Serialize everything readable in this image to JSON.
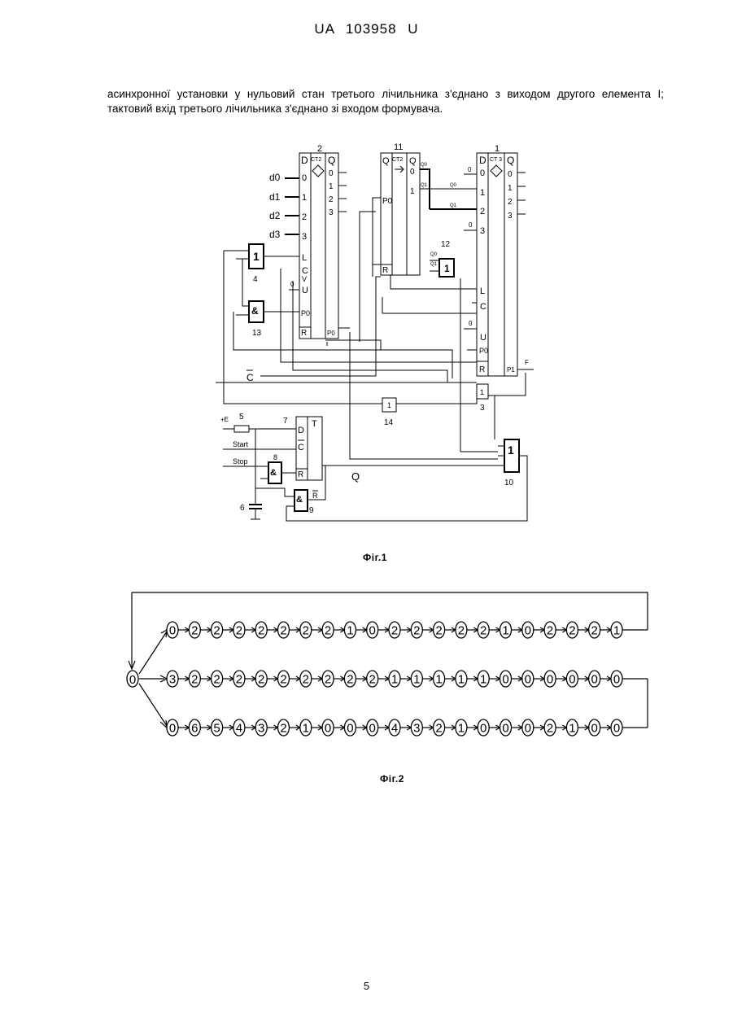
{
  "header": "UA 103958 U",
  "paragraph": "асинхронної установки у нульовий стан третього лічильника з'єднано з виходом другого елемента І; тактовий вхід третього лічильника з'єднано зі входом формувача.",
  "fig1": {
    "caption": "Фіг.1",
    "block2": {
      "number": "2",
      "ct": "CT2",
      "inputs": [
        "D",
        "0",
        "1",
        "2",
        "3",
        "L",
        "C",
        "V",
        "U",
        "P0",
        "R"
      ],
      "outputs": [
        "Q",
        "0",
        "1",
        "2",
        "3",
        "P0"
      ]
    },
    "block11": {
      "number": "11",
      "ct": "CT2",
      "inputs": [
        "Q",
        "P0",
        "R"
      ],
      "outputs": [
        "Q",
        "0",
        "1"
      ],
      "q_labels": [
        "Q0",
        "Q1"
      ]
    },
    "block1": {
      "number": "1",
      "ct": "CT 3",
      "inputs": [
        "D",
        "0",
        "1",
        "2",
        "3",
        "L",
        "C",
        "U",
        "P0",
        "R"
      ],
      "outputs": [
        "Q",
        "0",
        "1",
        "2",
        "3",
        "P1"
      ],
      "ext_labels": [
        "0",
        "Q0",
        "Q1",
        "0",
        "0"
      ]
    },
    "d_inputs": [
      "d0",
      "d1",
      "d2",
      "d3"
    ],
    "gate4": {
      "symbol": "1",
      "number": "4"
    },
    "gate13": {
      "symbol": "&",
      "number": "13"
    },
    "gate12": {
      "symbol": "1",
      "number": "12",
      "inputs": [
        "Q0",
        "Q1"
      ]
    },
    "gate3": {
      "symbol": "1",
      "number": "3"
    },
    "gate14": {
      "symbol": "1",
      "number": "14"
    },
    "gate10": {
      "symbol": "1",
      "number": "10"
    },
    "gate8": {
      "symbol": "&",
      "number": "8"
    },
    "gate9": {
      "symbol": "&",
      "number": "9"
    },
    "trigger7": {
      "number": "7",
      "t": "T",
      "inputs": [
        "D",
        "C",
        "R"
      ]
    },
    "resistor5": {
      "label": "+E",
      "number": "5"
    },
    "capacitor6": {
      "number": "6"
    },
    "labels": {
      "c_bar": "C",
      "start": "Start",
      "stop": "Stop",
      "q": "Q",
      "r_bar": "R",
      "f": "F",
      "zero": "0"
    }
  },
  "fig2": {
    "caption": "Фіг.2",
    "start_node": "0",
    "rows": [
      [
        "0",
        "2",
        "2",
        "2",
        "2",
        "2",
        "2",
        "2",
        "1",
        "0",
        "2",
        "2",
        "2",
        "2",
        "2",
        "1",
        "0",
        "2",
        "2",
        "2",
        "1"
      ],
      [
        "3",
        "2",
        "2",
        "2",
        "2",
        "2",
        "2",
        "2",
        "2",
        "2",
        "1",
        "1",
        "1",
        "1",
        "1",
        "0",
        "0",
        "0",
        "0",
        "0",
        "0"
      ],
      [
        "0",
        "6",
        "5",
        "4",
        "3",
        "2",
        "1",
        "0",
        "0",
        "0",
        "4",
        "3",
        "2",
        "1",
        "0",
        "0",
        "0",
        "2",
        "1",
        "0",
        "0"
      ]
    ]
  },
  "page_number": "5"
}
